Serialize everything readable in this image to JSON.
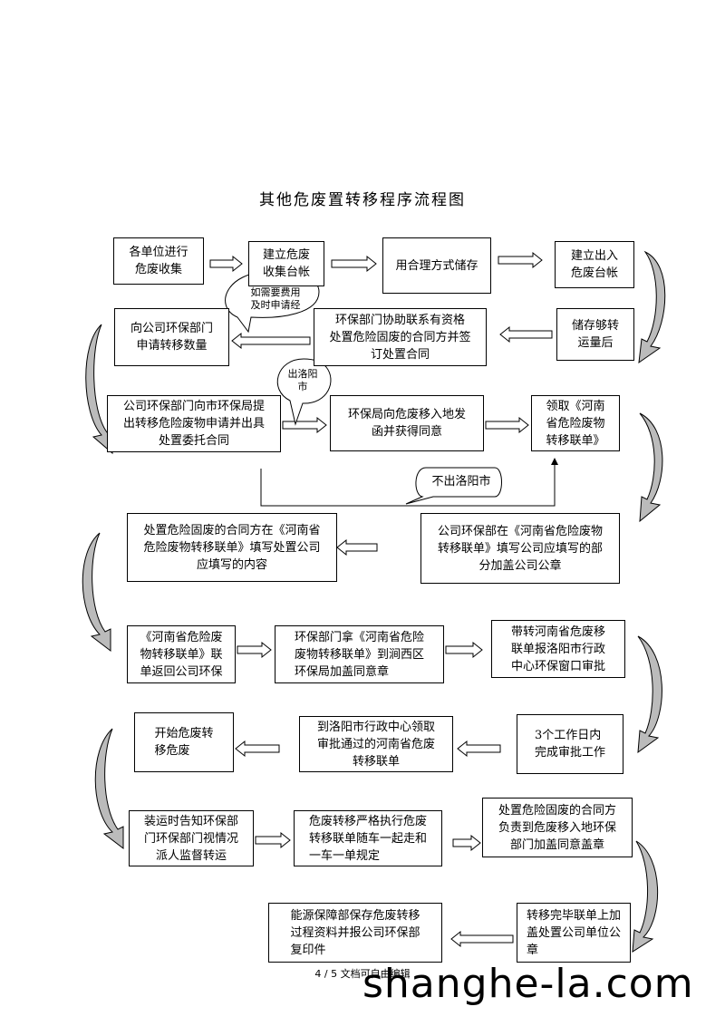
{
  "title": "其他危废置转移程序流程图",
  "boxes": {
    "b1": "各单位进行\n危废收集",
    "b2": "建立危废\n收集台帐",
    "b3": "用合理方式储存",
    "b4": "建立出入\n危废台帐",
    "b5": "储存够转\n运量后",
    "b6": "环保部门协助联系有资格\n处置危险固废的合同方并签\n订处置合同",
    "b7": "向公司环保部门\n申请转移数量",
    "b8": "公司环保部门向市环保局提\n出转移危险废物申请并出具\n处置委托合同",
    "b9": "环保局向危废移入地发\n函并获得同意",
    "b10": "领取《河南\n省危险废物\n转移联单》",
    "b11": "公司环保部在《河南省危险废物\n转移联单》填写公司应填写的部\n分加盖公司公章",
    "b12": "处置危险固废的合同方在《河南省\n危险废物转移联单》填写处置公司\n应填写的内容",
    "b13": "《河南省危险废\n物转移联单》联\n单返回公司环保",
    "b14": "环保部门拿《河南省危险\n废物转移联单》到涧西区\n环保局加盖同意章",
    "b15": "带转河南省危废移\n联单报洛阳市行政\n中心环保窗口审批",
    "b16": "3个工作日内\n完成审批工作",
    "b17": "到洛阳市行政中心领取\n审批通过的河南省危废\n转移联单",
    "b18": "开始危废转\n移危废",
    "b19": "装运时告知环保部\n门环保部门视情况\n派人监督转运",
    "b20": "危废转移严格执行危废\n转移联单随车一起走和\n一车一单规定",
    "b21": "处置危险固废的合同方\n负责到危废移入地环保\n部门加盖同意盖章",
    "b22": "转移完毕联单上加\n盖处置公司单位公\n章",
    "b23": "能源保障部保存危废转移\n过程资料并报公司环保部\n复印件"
  },
  "callouts": {
    "c1": "如需要费用\n及时申请经",
    "c2": "出洛阳\n市",
    "c3": "不出洛阳市"
  },
  "footer": "4 / 5 文档可自由编辑",
  "watermark": "shanghe-la.com"
}
